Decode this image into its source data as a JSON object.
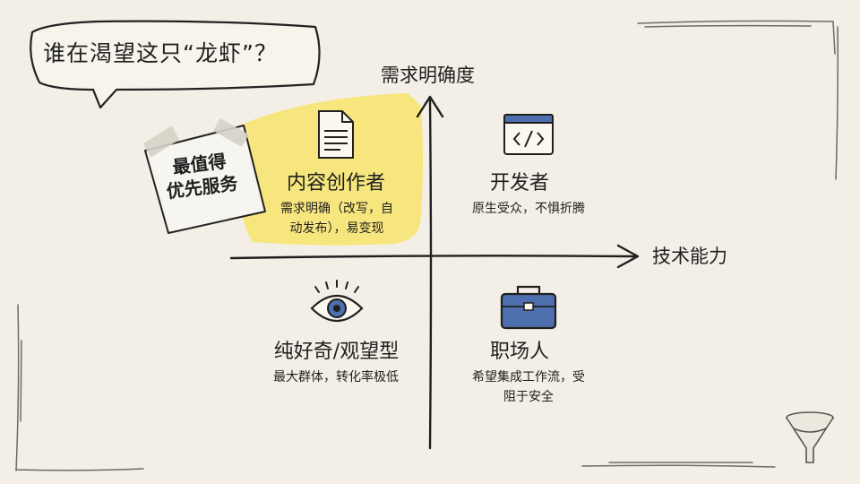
{
  "speech_bubble": {
    "text": "谁在渴望这只“龙虾”？"
  },
  "axes": {
    "y_label": "需求明确度",
    "x_label": "技术能力"
  },
  "sticky_note": {
    "lines": [
      "最值得",
      "优先服务"
    ]
  },
  "quadrants": [
    {
      "title": "内容创作者",
      "desc_lines": [
        "需求明确（改写，自",
        "动发布），易变现"
      ],
      "icon": "document-icon",
      "highlighted": true
    },
    {
      "title": "开发者",
      "desc_lines": [
        "原生受众，不惧折腾"
      ],
      "icon": "code-window-icon"
    },
    {
      "title": "纯好奇/观望型",
      "desc_lines": [
        "最大群体，转化率极低"
      ],
      "icon": "eye-icon"
    },
    {
      "title": "职场人",
      "desc_lines": [
        "希望集成工作流，受",
        "阻于安全"
      ],
      "icon": "briefcase-icon"
    }
  ],
  "colors": {
    "background": "#f3efe6",
    "highlight": "#f7e46a",
    "ink": "#1f1f1f",
    "accent_blue": "#4d6fae"
  },
  "decorations": [
    "funnel-icon",
    "tape-icon"
  ]
}
